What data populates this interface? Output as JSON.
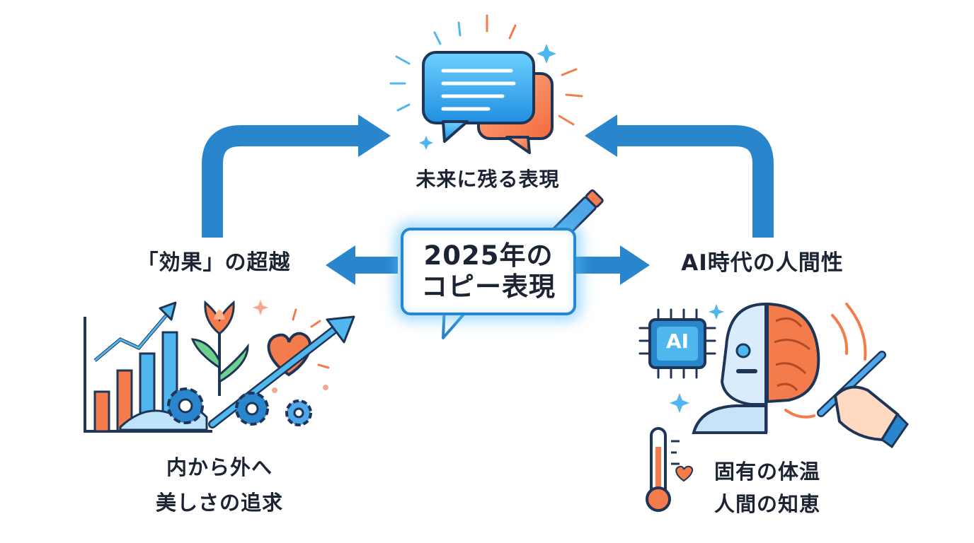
{
  "center": {
    "line1": "2025年の",
    "line2": "コピー表現"
  },
  "top": {
    "label": "未来に残る表現"
  },
  "left": {
    "title": "「効果」の超越",
    "line1": "内から外へ",
    "line2": "美しさの追求"
  },
  "right": {
    "title": "AI時代の人間性",
    "chip_text": "AI",
    "line1": "固有の体温",
    "line2": "人間の知恵"
  },
  "colors": {
    "arrow_blue": "#2a86cc",
    "cyan": "#4fb6ee",
    "orange": "#f47c4c",
    "text_dark": "#1c2433"
  },
  "icons": [
    "speech-bubbles-icon",
    "pencil-icon",
    "growth-chart-icon",
    "flower-icon",
    "heart-icon",
    "gear-icon",
    "ai-chip-icon",
    "robot-brain-icon",
    "hand-pen-icon",
    "thermometer-icon"
  ]
}
